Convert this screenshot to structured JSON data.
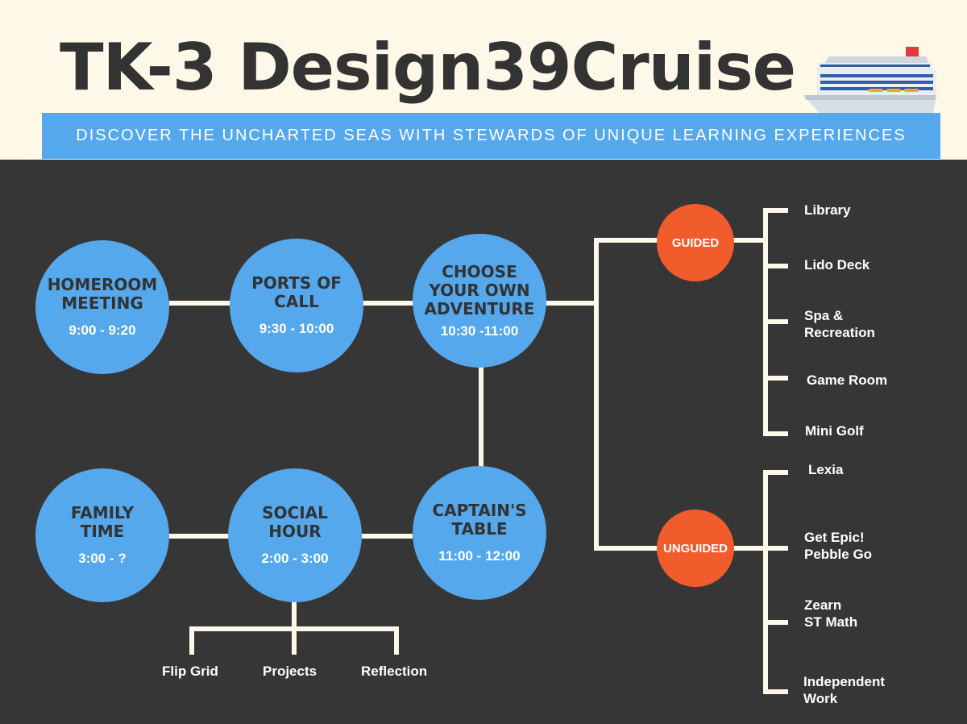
{
  "title": "TK-3 Design39Cruise",
  "subtitle": "DISCOVER THE UNCHARTED SEAS WITH STEWARDS OF UNIQUE LEARNING EXPERIENCES",
  "colors": {
    "background": "#363636",
    "header_bg": "#fdf8e8",
    "circle": "#55a8ec",
    "accent": "#f15c2c",
    "line": "#fdf8e8",
    "title": "#333333"
  },
  "icons": {
    "ship": "cruise-ship-icon"
  },
  "schedule": [
    {
      "name": "HOMEROOM\nMEETING",
      "time": "9:00 - 9:20"
    },
    {
      "name": "PORTS OF\nCALL",
      "time": "9:30 - 10:00"
    },
    {
      "name": "CHOOSE\nYOUR OWN\nADVENTURE",
      "time": "10:30 -11:00"
    },
    {
      "name": "CAPTAIN'S\nTABLE",
      "time": "11:00 - 12:00"
    },
    {
      "name": "SOCIAL\nHOUR",
      "time": "2:00 - 3:00"
    },
    {
      "name": "FAMILY\nTIME",
      "time": "3:00 - ?"
    }
  ],
  "adventure_options": {
    "guided": {
      "label": "GUIDED",
      "items": [
        "Library",
        "Lido Deck",
        "Spa &\nRecreation",
        "Game Room",
        "Mini Golf"
      ]
    },
    "unguided": {
      "label": "UNGUIDED",
      "items": [
        "Lexia",
        "Get Epic!\nPebble Go",
        "Zearn\nST Math",
        "Independent\nWork"
      ]
    }
  },
  "social_hour_activities": [
    "Flip Grid",
    "Projects",
    "Reflection"
  ]
}
